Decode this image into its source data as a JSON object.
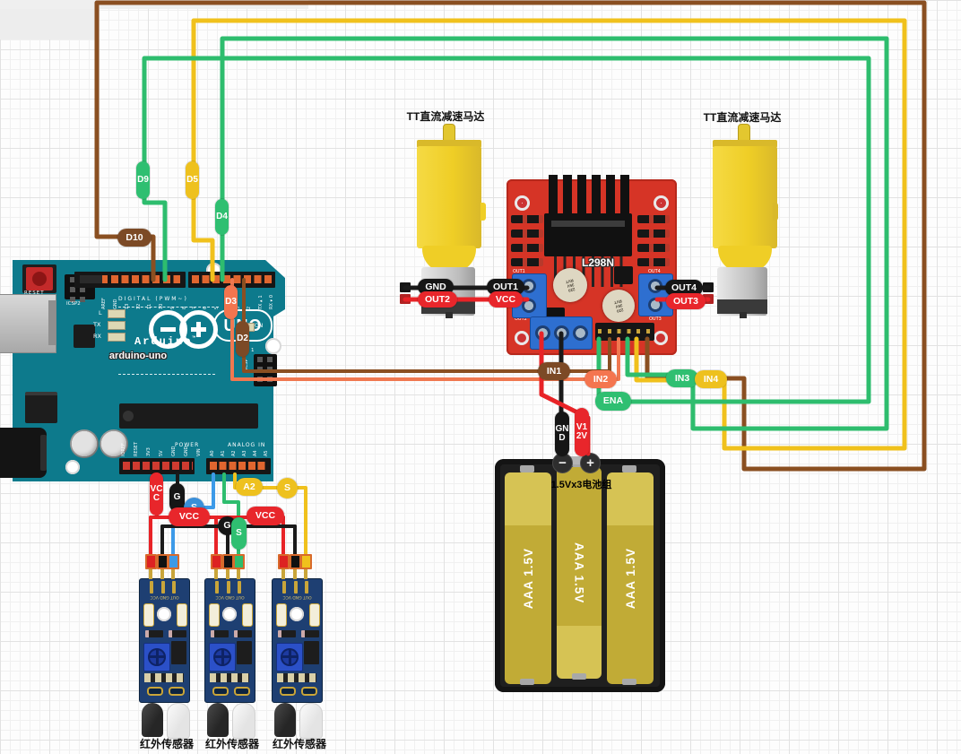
{
  "diagram": {
    "type": "wiring-diagram",
    "components": {
      "arduino": {
        "part_label": "arduino-uno",
        "brand": "Arduino",
        "brand_tm": "™",
        "logo_text": "UNO",
        "texts": {
          "reset": "RESET",
          "icsp2": "ICSP2",
          "icsp": "ICSP",
          "icsp_pin1": "1",
          "digital": "DIGITAL (PWM~)",
          "power": "POWER",
          "analog": "ANALOG IN",
          "on": "ON",
          "led_l": "L",
          "led_tx": "TX",
          "led_rx": "RX"
        },
        "pin_labels": {
          "top_left": "AREF GND 13 12 11 10 9 8",
          "top_right": "7 6 5 4 3 2 TX▸1 RX◂0",
          "bottom_power": "IOREF RESET 3V3 5V GND GND VIN",
          "bottom_analog": "A0 A1 A2 A3 A4 A5"
        }
      },
      "l298n": {
        "part_label": "L298N",
        "silk": {
          "out1": "OUT1",
          "out2": "OUT2",
          "out3": "OUT3",
          "out4": "OUT4"
        },
        "capacitor_text": "220 35V RVT"
      },
      "motor_left": {
        "label": "TT直流减速马达"
      },
      "motor_right": {
        "label": "TT直流减速马达"
      },
      "battery": {
        "label": "1.5Vx3电池组",
        "cells": [
          "AAA 1.5V",
          "AAA 1.5V",
          "AAA 1.5V"
        ],
        "minus": "−",
        "plus": "+"
      },
      "sensors": {
        "pin_text": "OUT GND VCC",
        "items": [
          {
            "label": "红外传感器"
          },
          {
            "label": "红外传感器"
          },
          {
            "label": "红外传感器"
          }
        ]
      }
    },
    "wire_labels": {
      "d9": "D9",
      "d5": "D5",
      "d4": "D4",
      "d10": "D10",
      "d3": "D3",
      "d2": "D2",
      "in1": "IN1",
      "in2": "IN2",
      "in3": "IN3",
      "in4": "IN4",
      "ena": "ENA",
      "out1": "OUT1",
      "out2": "OUT2",
      "out3": "OUT3",
      "out4": "OUT4",
      "gnd_motor": "GND",
      "vcc_l298n": "VCC",
      "gnd_battery": "GND",
      "v12v": "V12V",
      "vcc_5v": "VCC",
      "vcc_bus_1": "VCC",
      "vcc_bus_2": "VCC",
      "g_gnd": "G",
      "g_bus": "G",
      "s_sensor1": "S",
      "s_sensor2": "S",
      "s_sensor3": "S",
      "a2": "A2"
    },
    "colors": {
      "green": "#2ebd6e",
      "yellow": "#f0c11c",
      "brown": "#8a4f21",
      "orange": "#f07850",
      "red": "#e82327",
      "black": "#1a1a1a",
      "blue": "#3d9ae8",
      "gold": "#c9a53a"
    }
  }
}
